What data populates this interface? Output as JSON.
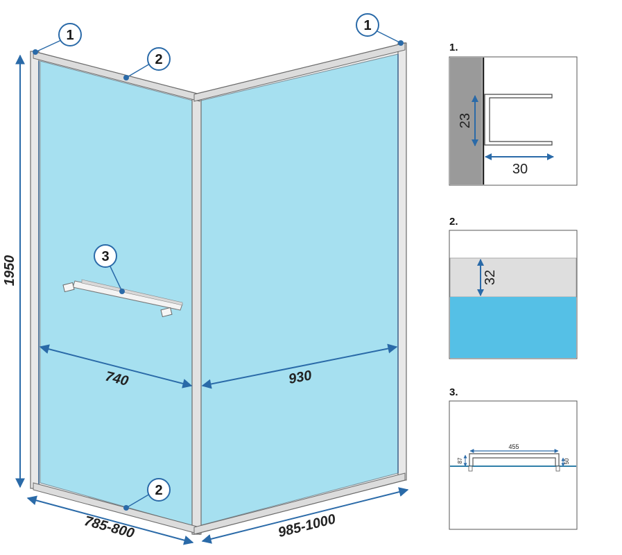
{
  "dimensions": {
    "height": "1950",
    "left_panel_width": "740",
    "right_panel_width": "930",
    "left_floor_range": "785-800",
    "right_floor_range": "985-1000"
  },
  "callouts": {
    "profile": "1",
    "top_bar": "2",
    "towel_bar": "3"
  },
  "details": {
    "profile": {
      "heading": "1.",
      "depth": "23",
      "width": "30"
    },
    "bar": {
      "heading": "2.",
      "height": "32"
    },
    "towel_bar": {
      "heading": "3.",
      "length": "455",
      "left_height": "87",
      "right_height": "50"
    }
  },
  "colors": {
    "glass": "#a6e0f0",
    "frame": "#e8e8e8",
    "dimension_arrow": "#2a6aa8",
    "wall_gray": "#9a9a9a",
    "detail_blue": "#55c0e6",
    "bar_gray": "#dedede"
  }
}
